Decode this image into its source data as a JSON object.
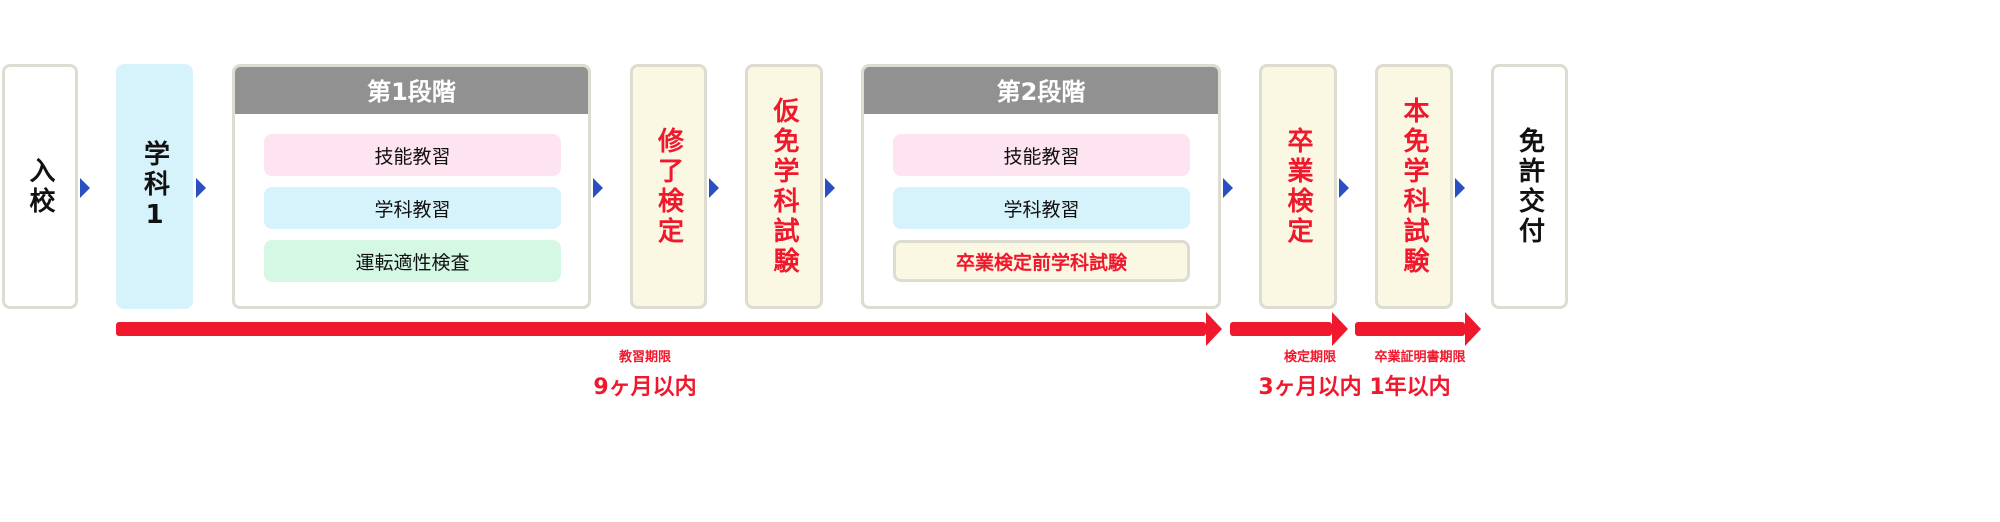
{
  "steps": {
    "enrollment": "入校",
    "academic1": "学科1",
    "stage1": {
      "title": "第1段階",
      "items": [
        "技能教習",
        "学科教習",
        "運転適性検査"
      ]
    },
    "completion_test": "修了検定",
    "provisional_exam": "仮免学科試験",
    "stage2": {
      "title": "第2段階",
      "items": [
        "技能教習",
        "学科教習",
        "卒業検定前学科試験"
      ]
    },
    "graduation_test": "卒業検定",
    "license_exam": "本免学科試験",
    "license_issue": "免許交付"
  },
  "periods": [
    {
      "label": "教習期限",
      "value": "9ヶ月以内"
    },
    {
      "label": "検定期限",
      "value": "3ヶ月以内"
    },
    {
      "label": "卒業証明書期限",
      "value": "1年以内"
    }
  ],
  "colors": {
    "accent_red": "#f0182c",
    "arrow_blue": "#2a4fc0",
    "header_gray": "#919191"
  }
}
